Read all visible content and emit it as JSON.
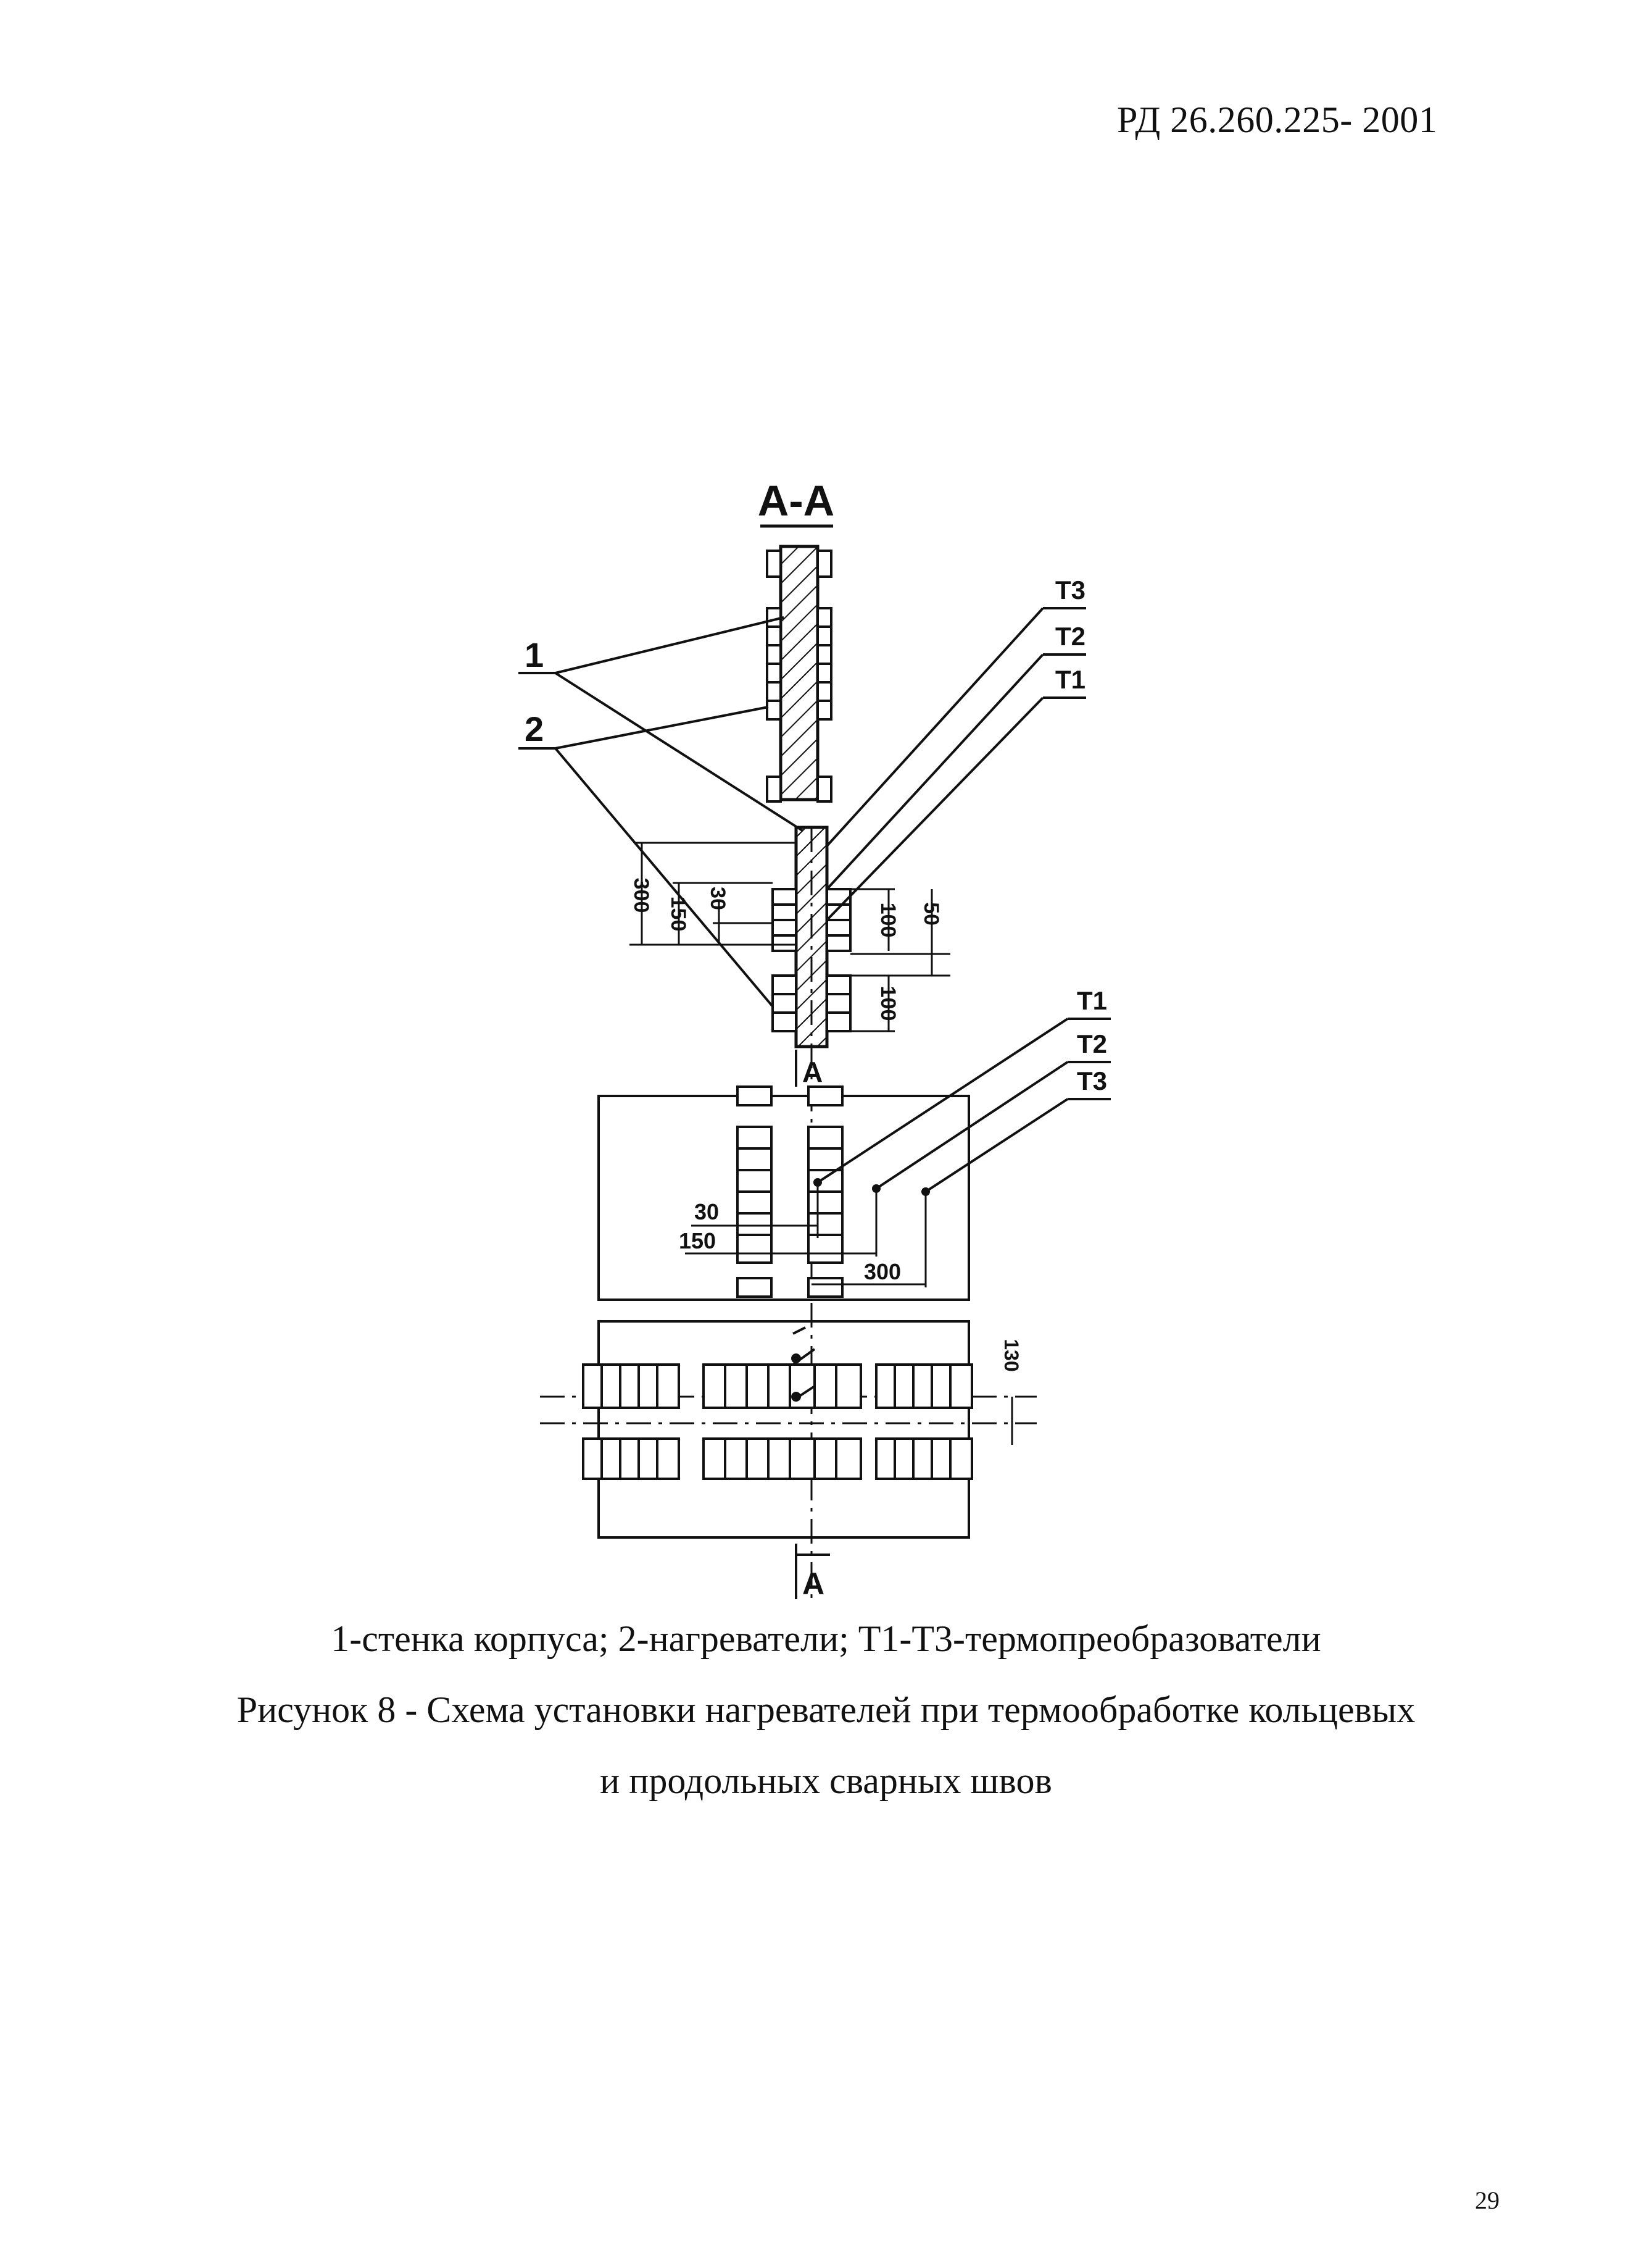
{
  "header": {
    "doc_code": "РД 26.260.225- 2001"
  },
  "figure": {
    "section_title": "А-А",
    "callouts": {
      "wall": "1",
      "heaters": "2",
      "t1": "T1",
      "t2": "T2",
      "t3": "T3"
    },
    "dimensions": {
      "d300_v": "300",
      "d150_v": "150",
      "d30_v": "30",
      "d100_a": "100",
      "d50": "50",
      "d100_b": "100",
      "d30_h": "30",
      "d150_h": "150",
      "d300_h": "300",
      "d130": "130"
    },
    "section_marks": {
      "top": "А",
      "bottom": "А"
    }
  },
  "caption": {
    "legend": "1-стенка корпуса; 2-нагреватели; T1-T3-термопреобразователи",
    "title_line1": "Рисунок 8 - Схема установки нагревателей при термообработке кольцевых",
    "title_line2": "и продольных сварных швов"
  },
  "page_number": "29"
}
